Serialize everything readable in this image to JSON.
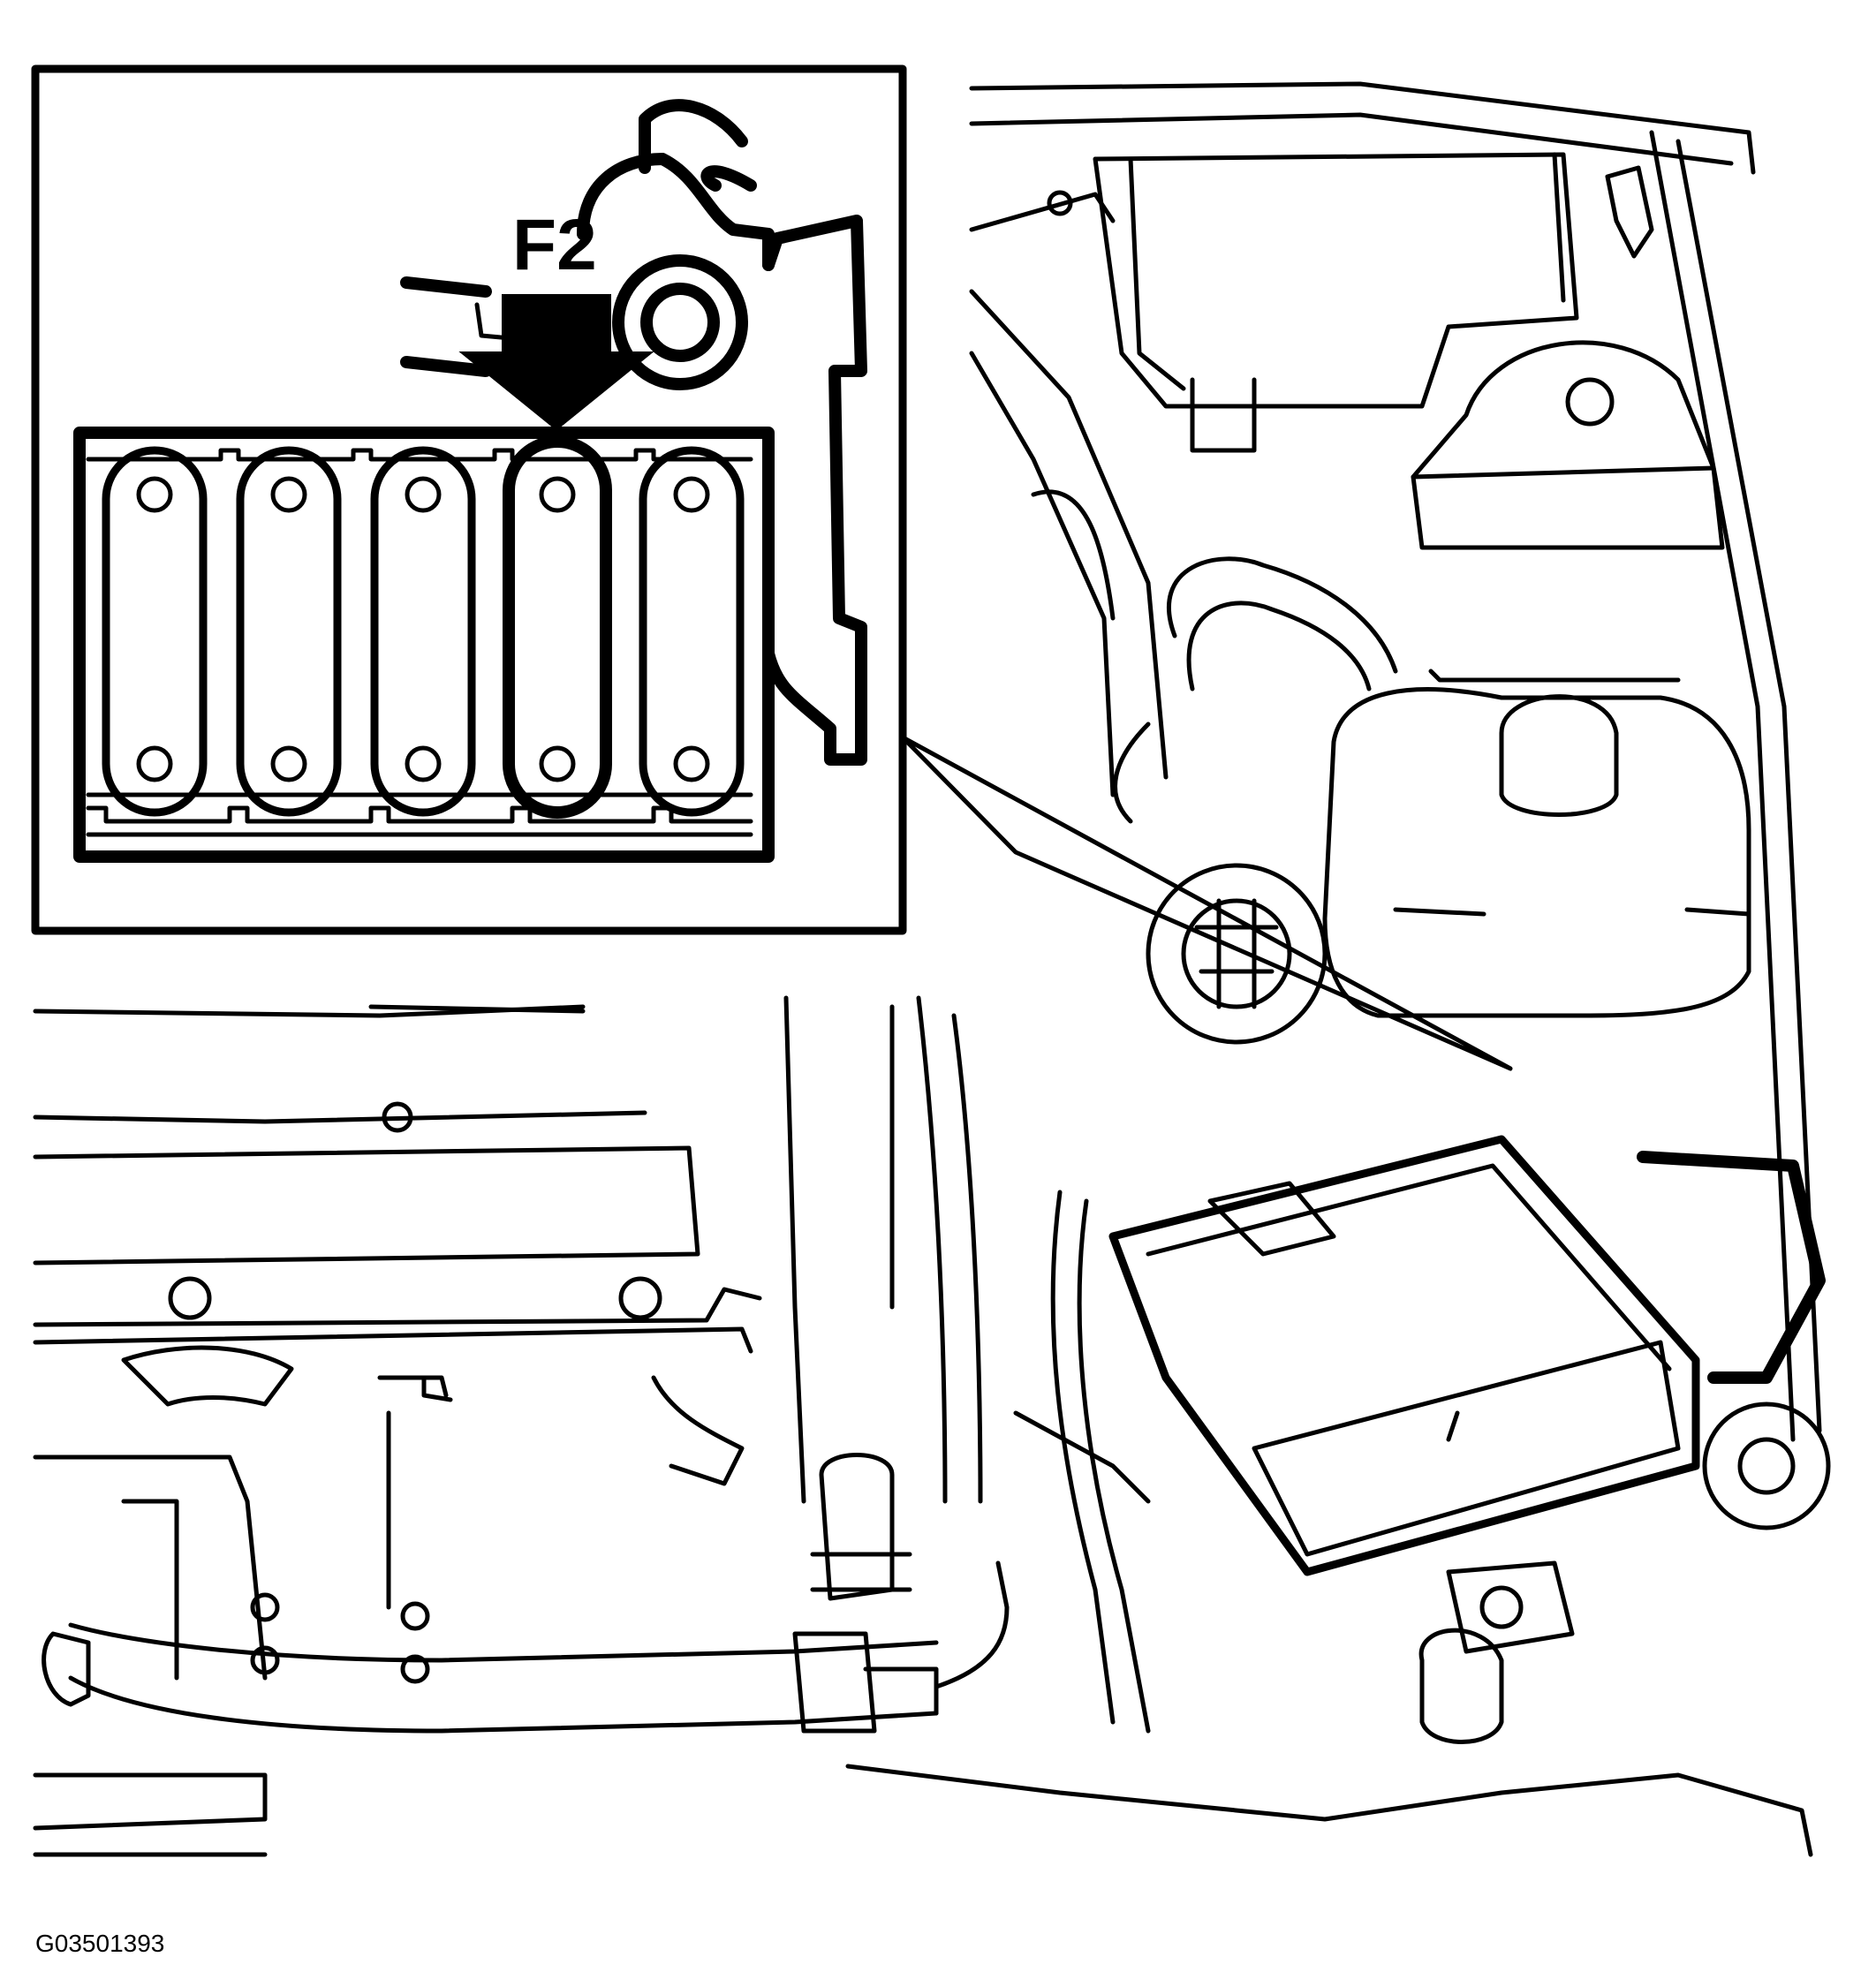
{
  "callout": {
    "label": "F2"
  },
  "figure": {
    "code": "G03501393"
  },
  "colors": {
    "line": "#000000",
    "background": "#ffffff"
  },
  "inset": {
    "fuse_count": 5,
    "highlighted_fuse": 4
  }
}
